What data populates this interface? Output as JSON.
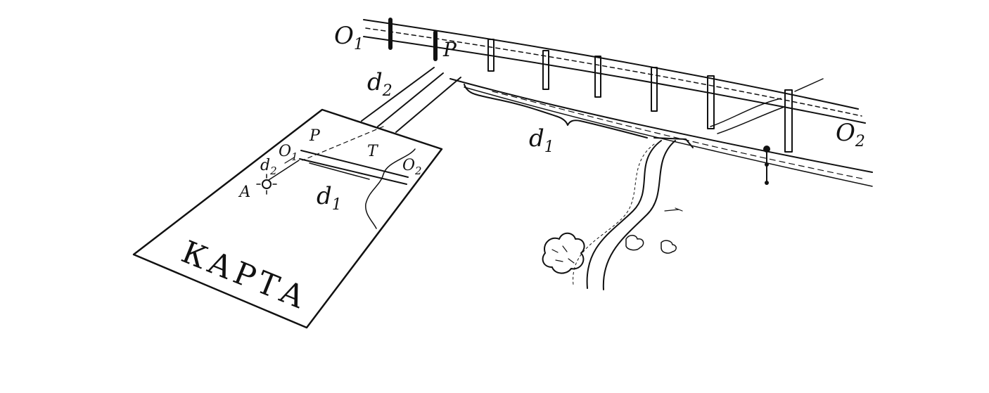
{
  "labels": {
    "o1_road": "О",
    "o1_road_sub": "1",
    "o2_road": "О",
    "o2_road_sub": "2",
    "p_road": "P",
    "d1_ground": "d",
    "d1_ground_sub": "1",
    "d2_ground": "d",
    "d2_ground_sub": "2",
    "map_p": "P",
    "map_t": "T",
    "map_o1": "О",
    "map_o1_sub": "1",
    "map_o2": "О",
    "map_o2_sub": "2",
    "map_d1": "d",
    "map_d1_sub": "1",
    "map_d2": "d",
    "map_d2_sub": "2",
    "map_a": "А",
    "map_title": "КАРТА"
  }
}
